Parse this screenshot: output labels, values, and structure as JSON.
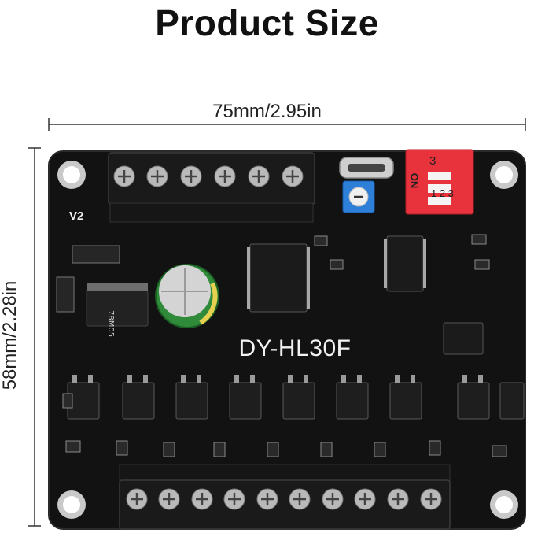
{
  "title": "Product Size",
  "width_dimension": "75mm/2.95in",
  "height_dimension": "58mm/2.28in",
  "board": {
    "model_label": "DY-HL30F",
    "version_label": "V2",
    "dip_switch_on_label": "ON",
    "dip_switch_numbers_top": "3",
    "dip_switch_numbers_side": "1 2 3",
    "top_terminal_count": 6,
    "bottom_terminal_count": 10,
    "optocoupler_count": 9
  },
  "colors": {
    "pcb": "#121212",
    "pcb_edge": "#2a2a2a",
    "terminal_block": "#1a1a1a",
    "screw": "#b9b9b9",
    "dip_switch": "#e8323c",
    "potentiometer": "#2d7fd8",
    "capacitor": "#2f8a3a",
    "text_dark": "#111111"
  }
}
